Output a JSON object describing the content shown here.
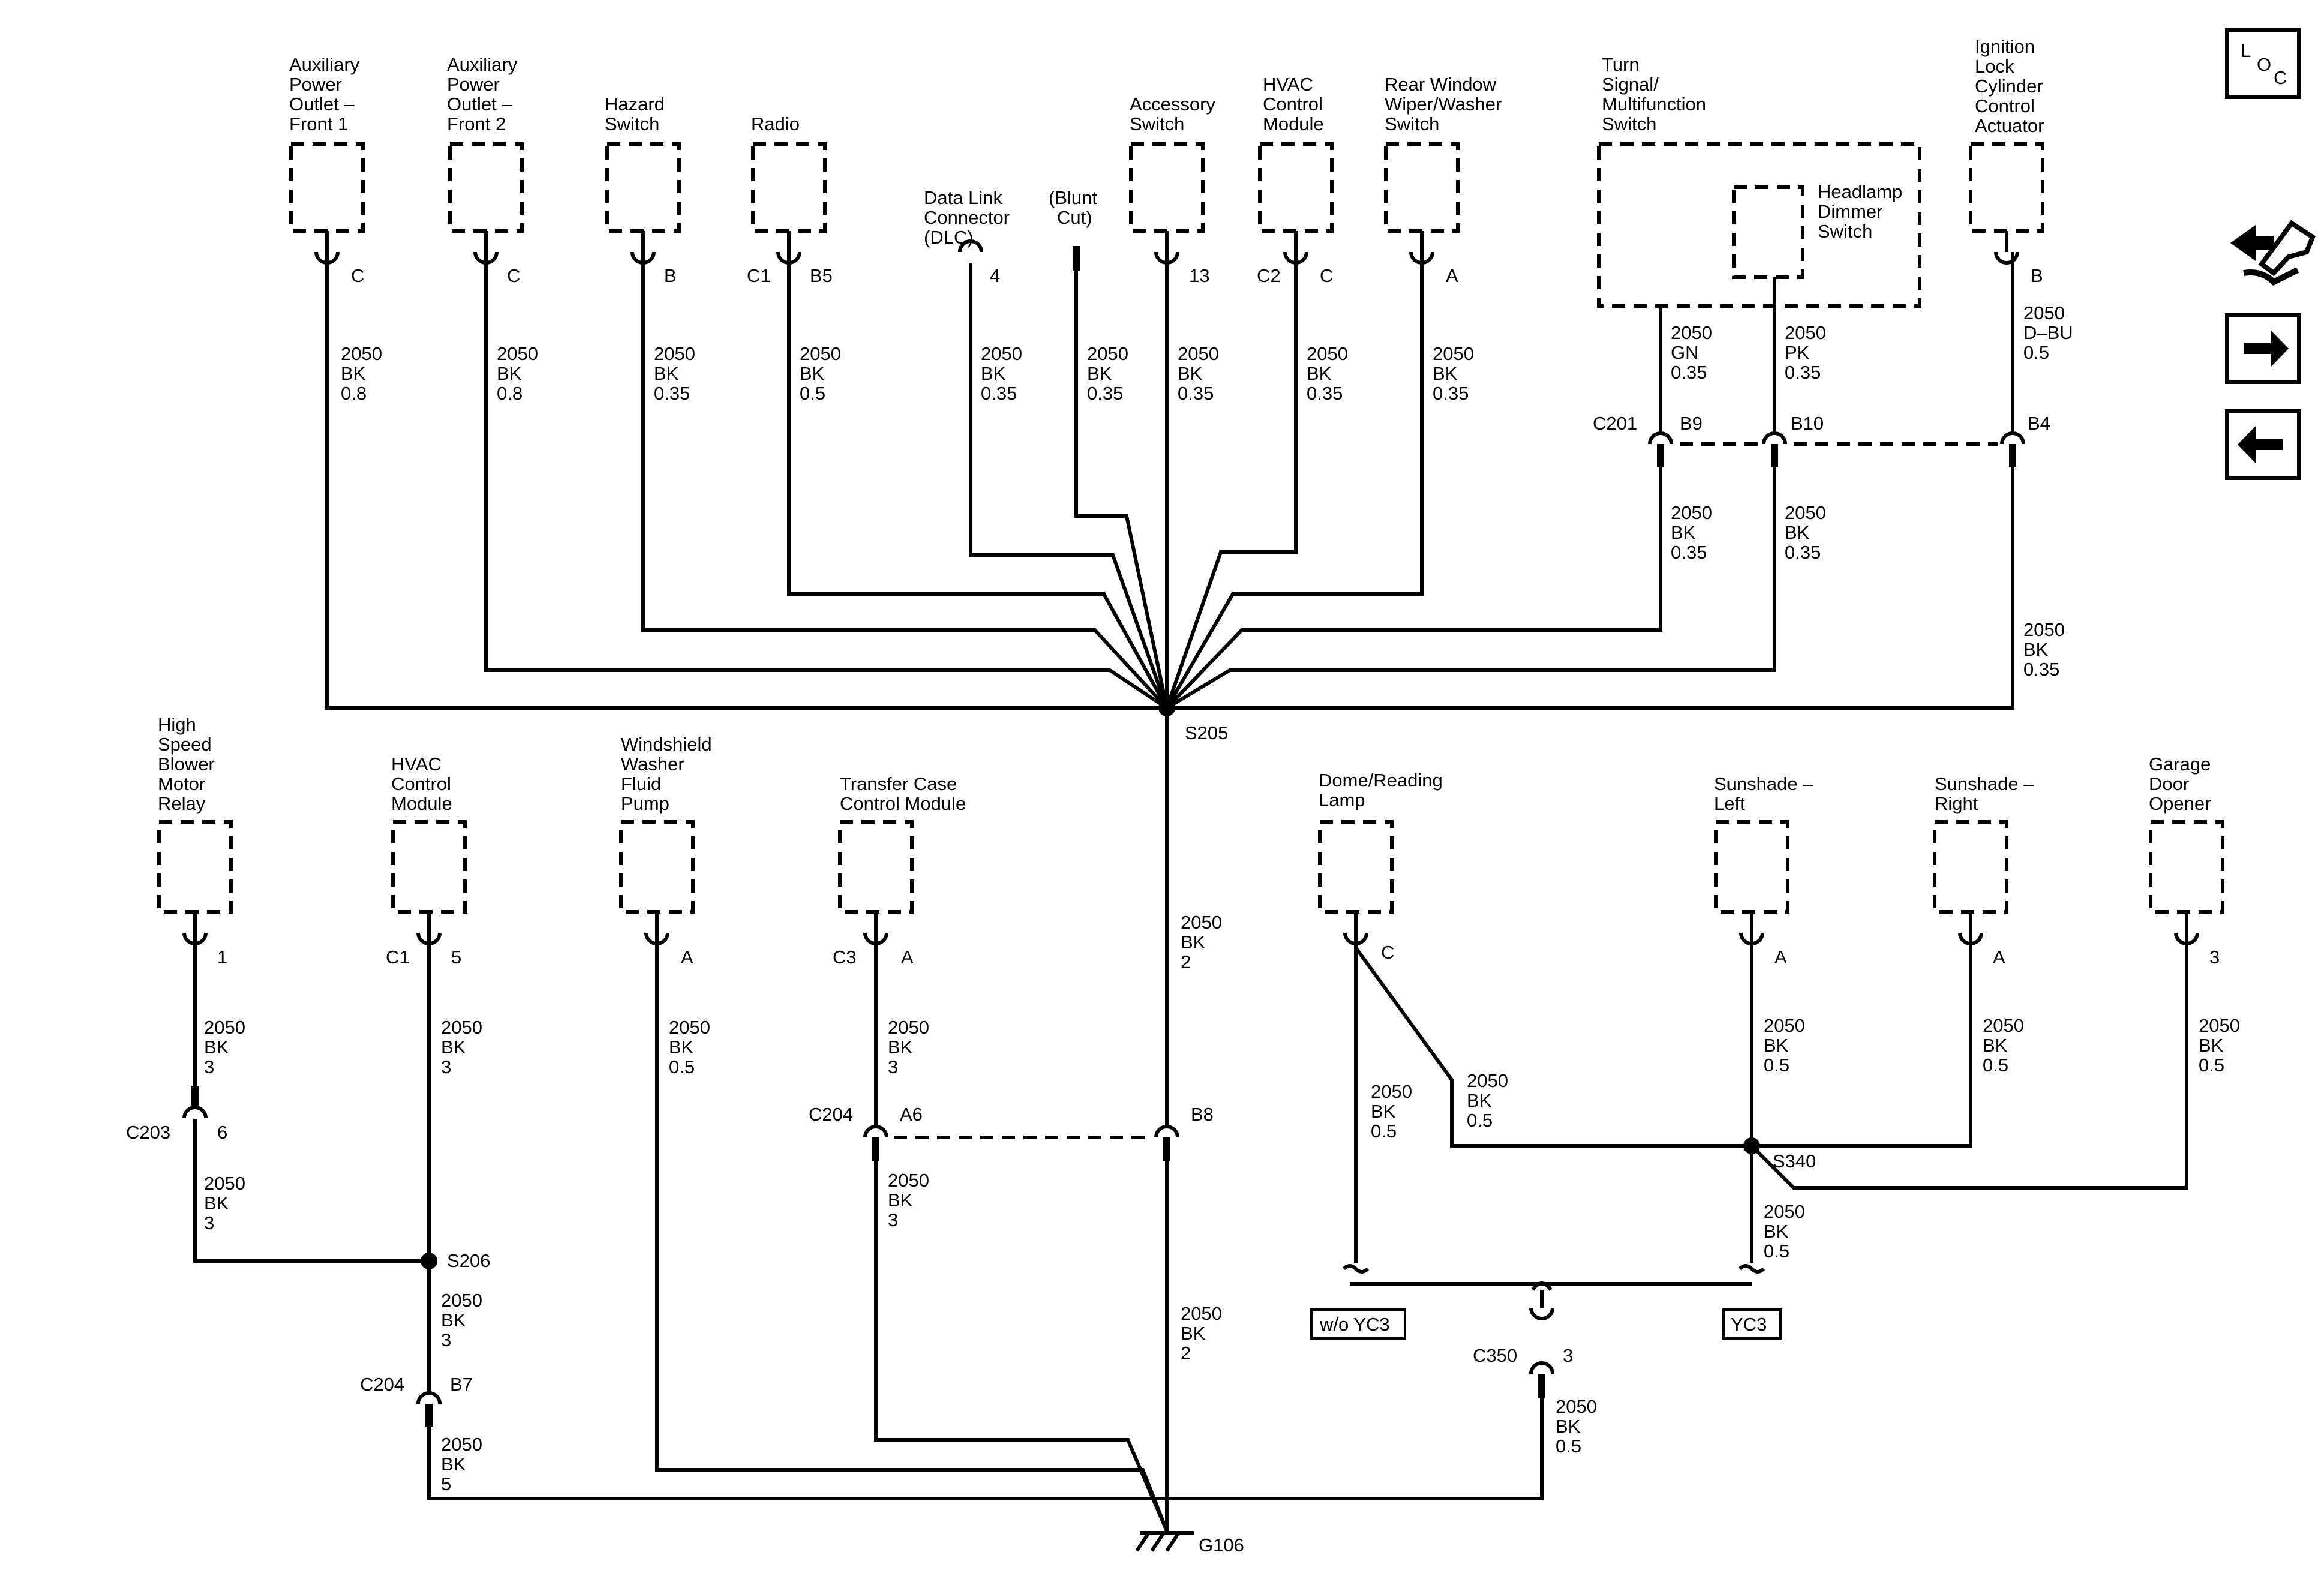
{
  "top_components": [
    {
      "lines": [
        "Auxiliary",
        "Power",
        "Outlet –",
        "Front 1"
      ]
    },
    {
      "lines": [
        "Auxiliary",
        "Power",
        "Outlet –",
        "Front 2"
      ]
    },
    {
      "lines": [
        "Hazard",
        "Switch"
      ]
    },
    {
      "lines": [
        "Radio"
      ]
    },
    {
      "lines": [
        "Data Link",
        "Connector",
        "(DLC)"
      ]
    },
    {
      "lines": [
        "(Blunt",
        "Cut)"
      ]
    },
    {
      "lines": [
        "Accessory",
        "Switch"
      ]
    },
    {
      "lines": [
        "HVAC",
        "Control",
        "Module"
      ]
    },
    {
      "lines": [
        "Rear Window",
        "Wiper/Washer",
        "Switch"
      ]
    },
    {
      "lines": [
        "Turn",
        "Signal/",
        "Multifunction",
        "Switch"
      ]
    },
    {
      "lines": [
        "Headlamp",
        "Dimmer",
        "Switch"
      ]
    },
    {
      "lines": [
        "Ignition",
        "Lock",
        "Cylinder",
        "Control",
        "Actuator"
      ]
    }
  ],
  "bottom_components": [
    {
      "lines": [
        "High",
        "Speed",
        "Blower",
        "Motor",
        "Relay"
      ]
    },
    {
      "lines": [
        "HVAC",
        "Control",
        "Module"
      ]
    },
    {
      "lines": [
        "Windshield",
        "Washer",
        "Fluid",
        "Pump"
      ]
    },
    {
      "lines": [
        "Transfer Case",
        "Control Module"
      ]
    },
    {
      "lines": [
        "Dome/Reading",
        "Lamp"
      ]
    },
    {
      "lines": [
        "Sunshade –",
        "Left"
      ]
    },
    {
      "lines": [
        "Sunshade –",
        "Right"
      ]
    },
    {
      "lines": [
        "Garage",
        "Door",
        "Opener"
      ]
    }
  ],
  "pins": [
    "C",
    "C",
    "B",
    "C1",
    "B5",
    "4",
    "13",
    "C2",
    "C",
    "A",
    "B",
    "1",
    "C1",
    "5",
    "A",
    "C3",
    "A",
    "C",
    "A",
    "A",
    "3"
  ],
  "wires": [
    {
      "lines": [
        "2050",
        "BK",
        "0.8"
      ]
    },
    {
      "lines": [
        "2050",
        "BK",
        "0.8"
      ]
    },
    {
      "lines": [
        "2050",
        "BK",
        "0.35"
      ]
    },
    {
      "lines": [
        "2050",
        "BK",
        "0.5"
      ]
    },
    {
      "lines": [
        "2050",
        "BK",
        "0.35"
      ]
    },
    {
      "lines": [
        "2050",
        "BK",
        "0.35"
      ]
    },
    {
      "lines": [
        "2050",
        "BK",
        "0.35"
      ]
    },
    {
      "lines": [
        "2050",
        "BK",
        "0.35"
      ]
    },
    {
      "lines": [
        "2050",
        "BK",
        "0.35"
      ]
    },
    {
      "lines": [
        "2050",
        "GN",
        "0.35"
      ]
    },
    {
      "lines": [
        "2050",
        "PK",
        "0.35"
      ]
    },
    {
      "lines": [
        "2050",
        "D–BU",
        "0.5"
      ]
    },
    {
      "lines": [
        "2050",
        "BK",
        "0.35"
      ]
    },
    {
      "lines": [
        "2050",
        "BK",
        "0.35"
      ]
    },
    {
      "lines": [
        "2050",
        "BK",
        "0.35"
      ]
    },
    {
      "lines": [
        "2050",
        "BK",
        "3"
      ]
    },
    {
      "lines": [
        "2050",
        "BK",
        "3"
      ]
    },
    {
      "lines": [
        "2050",
        "BK",
        "3"
      ]
    },
    {
      "lines": [
        "2050",
        "BK",
        "0.5"
      ]
    },
    {
      "lines": [
        "2050",
        "BK",
        "3"
      ]
    },
    {
      "lines": [
        "2050",
        "BK",
        "3"
      ]
    },
    {
      "lines": [
        "2050",
        "BK",
        "2"
      ]
    },
    {
      "lines": [
        "2050",
        "BK",
        "2"
      ]
    },
    {
      "lines": [
        "2050",
        "BK",
        "3"
      ]
    },
    {
      "lines": [
        "2050",
        "BK",
        "5"
      ]
    },
    {
      "lines": [
        "2050",
        "BK",
        "0.5"
      ]
    },
    {
      "lines": [
        "2050",
        "BK",
        "0.5"
      ]
    },
    {
      "lines": [
        "2050",
        "BK",
        "0.5"
      ]
    },
    {
      "lines": [
        "2050",
        "BK",
        "0.5"
      ]
    },
    {
      "lines": [
        "2050",
        "BK",
        "0.5"
      ]
    },
    {
      "lines": [
        "2050",
        "BK",
        "0.5"
      ]
    },
    {
      "lines": [
        "2050",
        "BK",
        "0.5"
      ]
    }
  ],
  "connectors": [
    {
      "name": "C201",
      "pins": [
        "B9",
        "B10",
        "B4"
      ]
    },
    {
      "name": "C203",
      "pins": [
        "6"
      ]
    },
    {
      "name": "C204",
      "pins": [
        "A6",
        "B8"
      ]
    },
    {
      "name": "C204",
      "pins": [
        "B7"
      ]
    },
    {
      "name": "C350",
      "pins": [
        "3"
      ]
    }
  ],
  "splices": [
    "S205",
    "S206",
    "S340"
  ],
  "ground": "G106",
  "options": [
    "w/o YC3",
    "YC3"
  ],
  "nav": {
    "loc_letters": [
      "L",
      "O",
      "C"
    ]
  }
}
